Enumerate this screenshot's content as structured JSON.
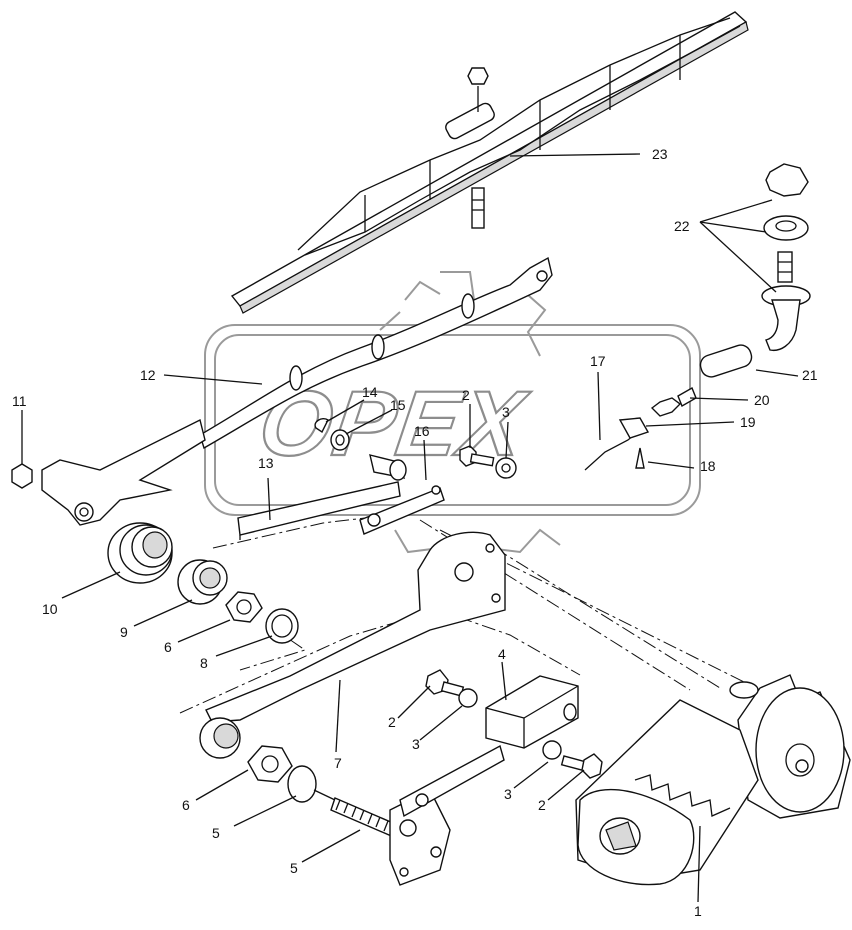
{
  "watermark": {
    "text": "OPEX"
  },
  "callouts": [
    {
      "id": "c1",
      "text": "1"
    },
    {
      "id": "c2a",
      "text": "2"
    },
    {
      "id": "c2b",
      "text": "2"
    },
    {
      "id": "c2c",
      "text": "2"
    },
    {
      "id": "c3a",
      "text": "3"
    },
    {
      "id": "c3b",
      "text": "3"
    },
    {
      "id": "c3c",
      "text": "3"
    },
    {
      "id": "c4",
      "text": "4"
    },
    {
      "id": "c5a",
      "text": "5"
    },
    {
      "id": "c5b",
      "text": "5"
    },
    {
      "id": "c6a",
      "text": "6"
    },
    {
      "id": "c6b",
      "text": "6"
    },
    {
      "id": "c7",
      "text": "7"
    },
    {
      "id": "c8",
      "text": "8"
    },
    {
      "id": "c9",
      "text": "9"
    },
    {
      "id": "c10",
      "text": "10"
    },
    {
      "id": "c11",
      "text": "11"
    },
    {
      "id": "c12",
      "text": "12"
    },
    {
      "id": "c13",
      "text": "13"
    },
    {
      "id": "c14",
      "text": "14"
    },
    {
      "id": "c15",
      "text": "15"
    },
    {
      "id": "c16",
      "text": "16"
    },
    {
      "id": "c17",
      "text": "17"
    },
    {
      "id": "c18",
      "text": "18"
    },
    {
      "id": "c19",
      "text": "19"
    },
    {
      "id": "c20",
      "text": "20"
    },
    {
      "id": "c21",
      "text": "21"
    },
    {
      "id": "c22",
      "text": "22"
    },
    {
      "id": "c23",
      "text": "23"
    }
  ]
}
